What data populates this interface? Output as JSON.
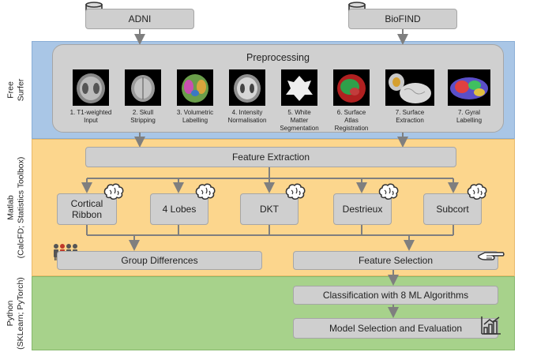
{
  "sources": {
    "adni": "ADNI",
    "biofind": "BioFIND"
  },
  "bands": {
    "freesurfer": "Free\nSurfer",
    "matlab": "Matlab\n(CalcFD; Statistics Toolbox)",
    "python": "Python\n(SKLearn; PyTorch)"
  },
  "preprocessing": {
    "title": "Preprocessing",
    "steps": [
      "1. T1-weighted\nInput",
      "2. Skull\nStripping",
      "3. Volumetric\nLabelling",
      "4. Intensity\nNormalisation",
      "5. White\nMatter\nSegmentation",
      "6. Surface\nAtlas\nRegistration",
      "7. Surface\nExtraction",
      "7. Gyral\nLabelling"
    ]
  },
  "feature_extraction": "Feature Extraction",
  "atlases": [
    "Cortical\nRibbon",
    "4 Lobes",
    "DKT",
    "Destrieux",
    "Subcort"
  ],
  "group_differences": "Group Differences",
  "feature_selection": "Feature Selection",
  "classification": "Classification with 8 ML Algorithms",
  "model_selection": "Model Selection and Evaluation",
  "colors": {
    "blue_band": "#a9c6e6",
    "orange_band": "#fcd68d",
    "green_band": "#a7d28b",
    "box": "#cfcfcf"
  },
  "icons": [
    "database-icon",
    "brain-icon",
    "people-icon",
    "pointing-hand-icon",
    "bar-chart-icon"
  ]
}
